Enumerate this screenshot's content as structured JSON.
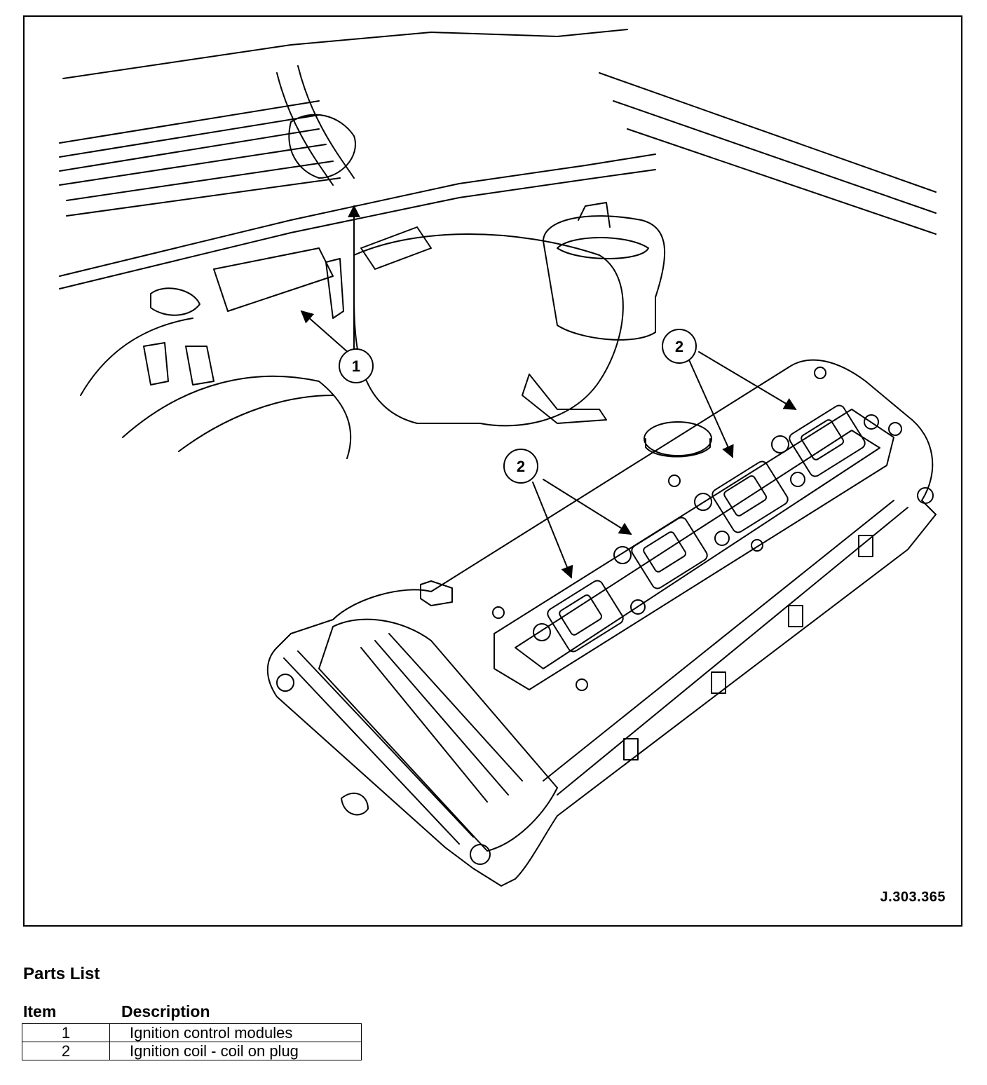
{
  "figure": {
    "figure_id": "J.303.365",
    "callouts": [
      {
        "label": "1"
      },
      {
        "label": "2"
      },
      {
        "label": "2"
      }
    ]
  },
  "parts_list": {
    "title": "Parts List",
    "headers": {
      "item": "Item",
      "description": "Description"
    },
    "rows": [
      {
        "item": "1",
        "description": "Ignition control modules"
      },
      {
        "item": "2",
        "description": "Ignition coil - coil on plug"
      }
    ]
  }
}
